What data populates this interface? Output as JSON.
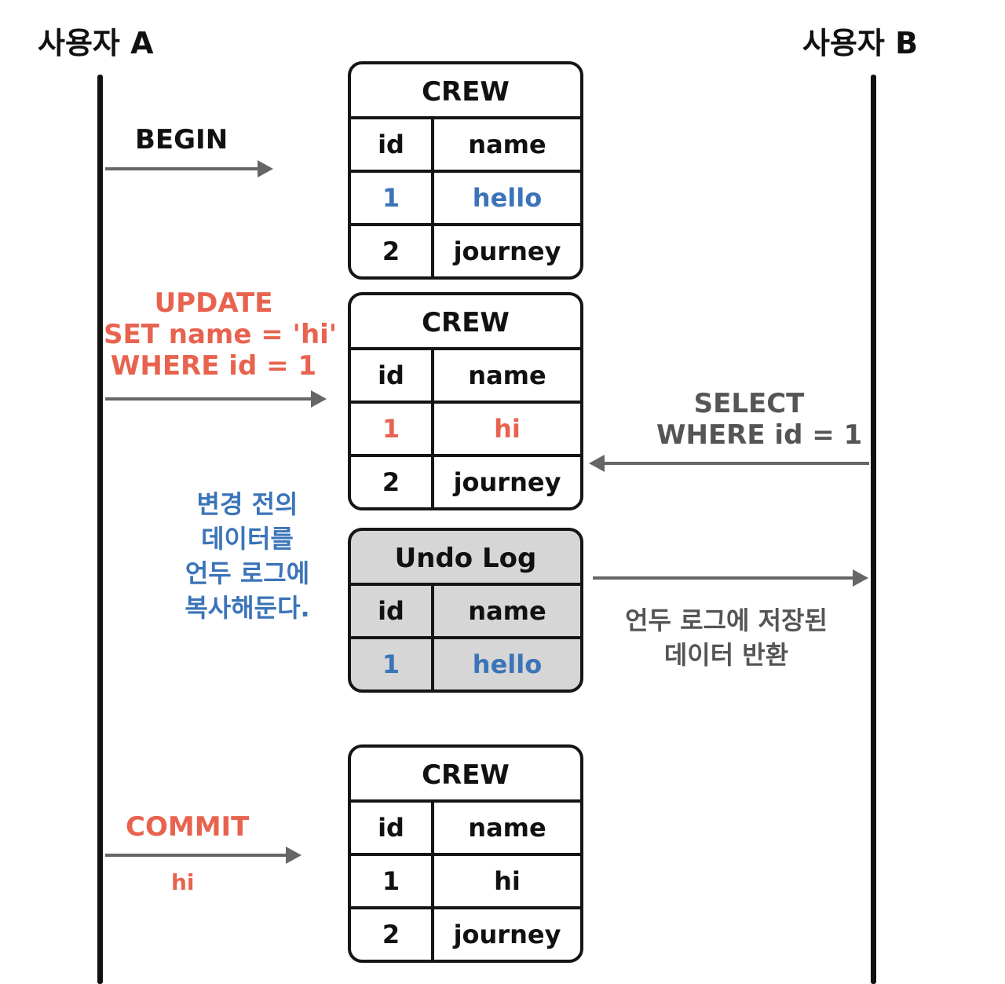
{
  "users": {
    "a": {
      "label": "사용자 A"
    },
    "b": {
      "label": "사용자 B"
    }
  },
  "operations": {
    "begin": "BEGIN",
    "update": [
      "UPDATE",
      "SET name = 'hi'",
      "WHERE id = 1"
    ],
    "select": [
      "SELECT",
      "WHERE id = 1"
    ],
    "commit": "COMMIT",
    "commit_value": "hi"
  },
  "notes": {
    "copy": [
      "변경 전의",
      "데이터를",
      "언두 로그에",
      "복사해둔다."
    ],
    "return": [
      "언두 로그에 저장된",
      "데이터 반환"
    ]
  },
  "tables": [
    {
      "title": "CREW",
      "headers": [
        "id",
        "name"
      ],
      "rows": [
        {
          "id": "1",
          "name": "hello",
          "color": "#3b74b8"
        },
        {
          "id": "2",
          "name": "journey",
          "color": "#111111"
        }
      ]
    },
    {
      "title": "CREW",
      "headers": [
        "id",
        "name"
      ],
      "rows": [
        {
          "id": "1",
          "name": "hi",
          "color": "#e8634f"
        },
        {
          "id": "2",
          "name": "journey",
          "color": "#111111"
        }
      ]
    },
    {
      "title": "Undo Log",
      "headers": [
        "id",
        "name"
      ],
      "rows": [
        {
          "id": "1",
          "name": "hello",
          "color": "#3b74b8"
        }
      ]
    },
    {
      "title": "CREW",
      "headers": [
        "id",
        "name"
      ],
      "rows": [
        {
          "id": "1",
          "name": "hi",
          "color": "#111111"
        },
        {
          "id": "2",
          "name": "journey",
          "color": "#111111"
        }
      ]
    }
  ],
  "colors": {
    "update": "#e8634f",
    "select": "#555555",
    "note_blue": "#3b74b8",
    "arrow": "#666666",
    "undo_bg": "#d6d6d6"
  }
}
